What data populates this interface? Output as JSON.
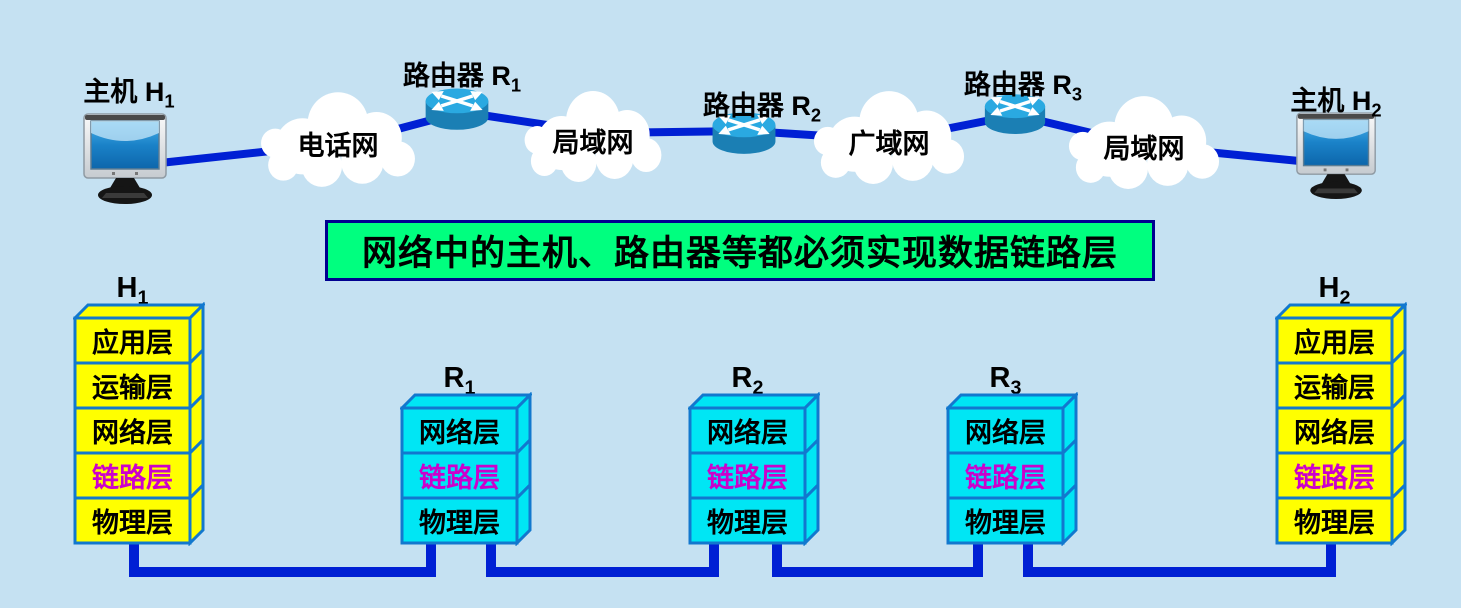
{
  "colors": {
    "background": "#c5e1f2",
    "line_blue": "#0020d4",
    "box_border": "#1278ce",
    "host_layer_fill": "#ffff00",
    "router_layer_fill": "#00e6f4",
    "banner_background": "#00ff7f",
    "banner_border": "#000090",
    "link_layer_text": "#cc00cc"
  },
  "top": {
    "host1": {
      "text": "主机 H",
      "sub": "1"
    },
    "host2": {
      "text": "主机 H",
      "sub": "2"
    },
    "router1": {
      "text": "路由器 R",
      "sub": "1"
    },
    "router2": {
      "text": "路由器 R",
      "sub": "2"
    },
    "router3": {
      "text": "路由器 R",
      "sub": "3"
    },
    "cloud1": "电话网",
    "cloud2": "局域网",
    "cloud3": "广域网",
    "cloud4": "局域网"
  },
  "banner": "网络中的主机、路由器等都必须实现数据链路层",
  "stacks": {
    "h1": {
      "name": "H",
      "sub": "1",
      "layers": [
        "应用层",
        "运输层",
        "网络层",
        "链路层",
        "物理层"
      ]
    },
    "r1": {
      "name": "R",
      "sub": "1",
      "layers": [
        "网络层",
        "链路层",
        "物理层"
      ]
    },
    "r2": {
      "name": "R",
      "sub": "2",
      "layers": [
        "网络层",
        "链路层",
        "物理层"
      ]
    },
    "r3": {
      "name": "R",
      "sub": "3",
      "layers": [
        "网络层",
        "链路层",
        "物理层"
      ]
    },
    "h2": {
      "name": "H",
      "sub": "2",
      "layers": [
        "应用层",
        "运输层",
        "网络层",
        "链路层",
        "物理层"
      ]
    }
  }
}
